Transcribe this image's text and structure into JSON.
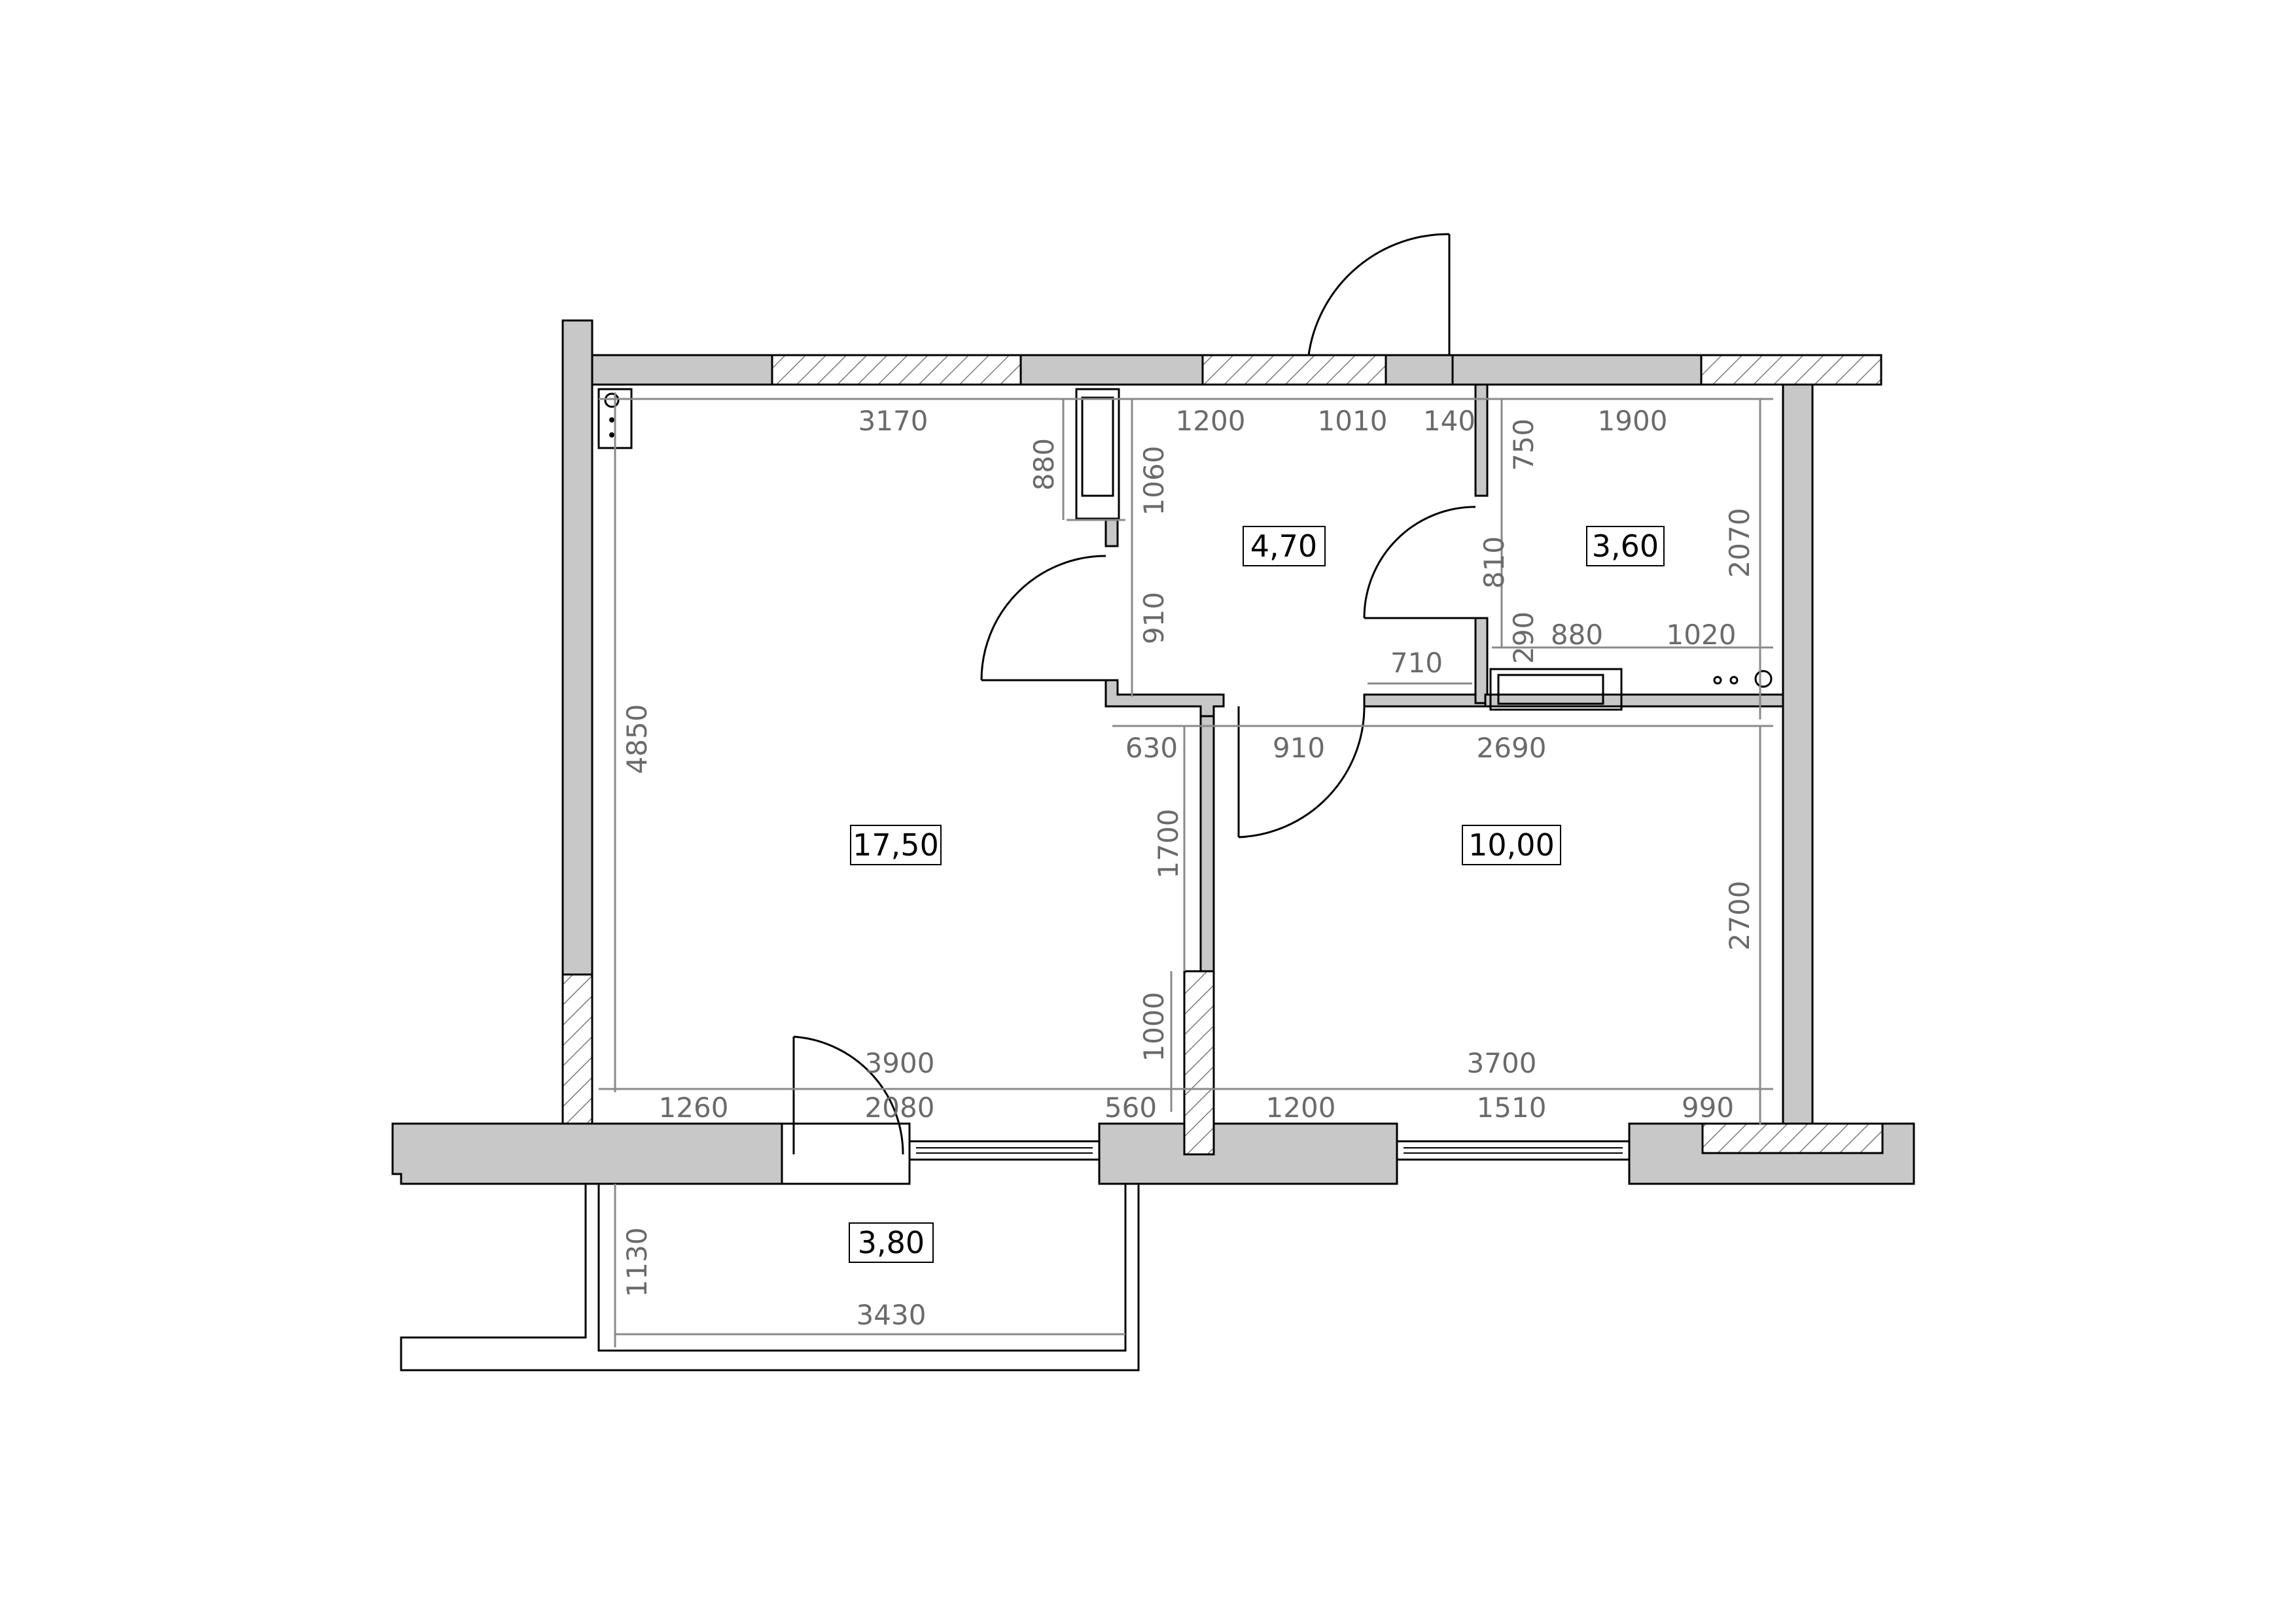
{
  "colors": {
    "wall": "#c8c8c8",
    "dimension": "#6a6a6a",
    "background": "#ffffff"
  },
  "rooms": [
    {
      "id": "living",
      "area": "17,50"
    },
    {
      "id": "hall",
      "area": "4,70"
    },
    {
      "id": "bathroom",
      "area": "3,60"
    },
    {
      "id": "kitchen",
      "area": "10,00"
    },
    {
      "id": "balcony",
      "area": "3,80"
    }
  ],
  "dimensions": {
    "top": [
      "3170",
      "1200",
      "1010",
      "140",
      "1900"
    ],
    "hall_left": [
      "880",
      "1060",
      "910"
    ],
    "bath_left": [
      "750",
      "810",
      "290"
    ],
    "bath_right": "2070",
    "bath_bottom": [
      "880",
      "1020"
    ],
    "door_710": "710",
    "partition_row": [
      "630",
      "910",
      "2690"
    ],
    "living_left": "4850",
    "living_right": [
      "1700",
      "1000"
    ],
    "kitchen_right": "2700",
    "bottom_overall": [
      "3900",
      "3700"
    ],
    "bottom_detail": [
      "1260",
      "2080",
      "560",
      "1200",
      "1510",
      "990"
    ],
    "balcony": [
      "1130",
      "3430"
    ]
  },
  "icons": [
    "window-icon",
    "door-swing-icon",
    "bathtub-icon",
    "sink-icon",
    "stove-icon"
  ]
}
